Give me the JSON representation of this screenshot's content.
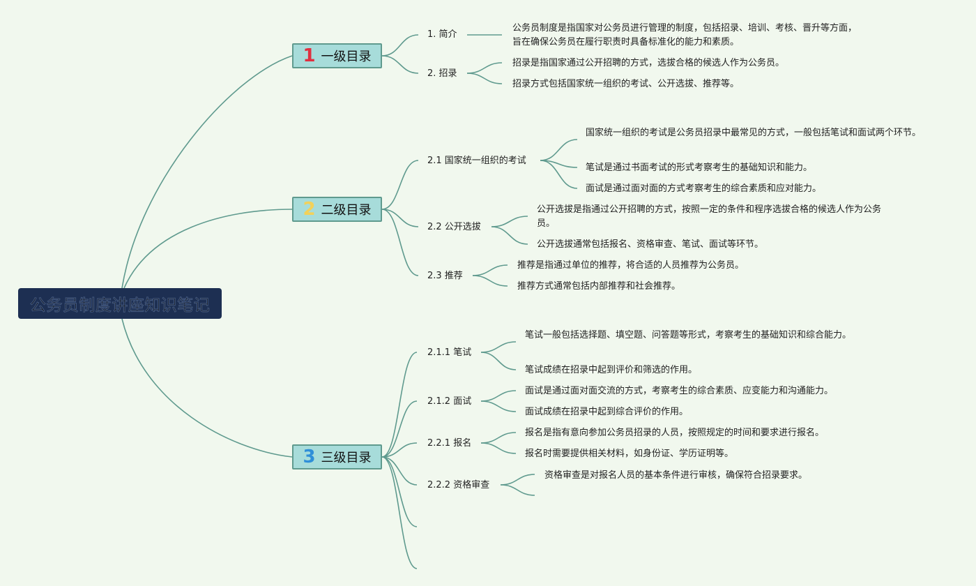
{
  "root": {
    "label": "公务员制度讲座知识笔记"
  },
  "branches": [
    {
      "num": "1",
      "label": "一级目录",
      "color": "#e03040"
    },
    {
      "num": "2",
      "label": "二级目录",
      "color": "#f2d15a"
    },
    {
      "num": "3",
      "label": "三级目录",
      "color": "#2f8fd8"
    }
  ],
  "topics": [
    {
      "label": "1. 简介"
    },
    {
      "label": "2. 招录"
    },
    {
      "label": "2.1 国家统一组织的考试"
    },
    {
      "label": "2.2 公开选拔"
    },
    {
      "label": "2.3 推荐"
    },
    {
      "label": "2.1.1 笔试"
    },
    {
      "label": "2.1.2 面试"
    },
    {
      "label": "2.2.1 报名"
    },
    {
      "label": "2.2.2 资格审查"
    }
  ],
  "notes": [
    {
      "text": "公务员制度是指国家对公务员进行管理的制度，包括招录、培训、考核、晋升等方面，旨在确保公务员在履行职责时具备标准化的能力和素质。"
    },
    {
      "text": "招录是指国家通过公开招聘的方式，选拔合格的候选人作为公务员。"
    },
    {
      "text": "招录方式包括国家统一组织的考试、公开选拔、推荐等。"
    },
    {
      "text": "国家统一组织的考试是公务员招录中最常见的方式，一般包括笔试和面试两个环节。"
    },
    {
      "text": "笔试是通过书面考试的形式考察考生的基础知识和能力。"
    },
    {
      "text": "面试是通过面对面的方式考察考生的综合素质和应对能力。"
    },
    {
      "text": "公开选拔是指通过公开招聘的方式，按照一定的条件和程序选拔合格的候选人作为公务员。"
    },
    {
      "text": "公开选拔通常包括报名、资格审查、笔试、面试等环节。"
    },
    {
      "text": "推荐是指通过单位的推荐，将合适的人员推荐为公务员。"
    },
    {
      "text": "推荐方式通常包括内部推荐和社会推荐。"
    },
    {
      "text": "笔试一般包括选择题、填空题、问答题等形式，考察考生的基础知识和综合能力。"
    },
    {
      "text": "笔试成绩在招录中起到评价和筛选的作用。"
    },
    {
      "text": "面试是通过面对面交流的方式，考察考生的综合素质、应变能力和沟通能力。"
    },
    {
      "text": "面试成绩在招录中起到综合评价的作用。"
    },
    {
      "text": "报名是指有意向参加公务员招录的人员，按照规定的时间和要求进行报名。"
    },
    {
      "text": "报名时需要提供相关材料，如身份证、学历证明等。"
    },
    {
      "text": "资格审查是对报名人员的基本条件进行审核，确保符合招录要求。"
    }
  ]
}
